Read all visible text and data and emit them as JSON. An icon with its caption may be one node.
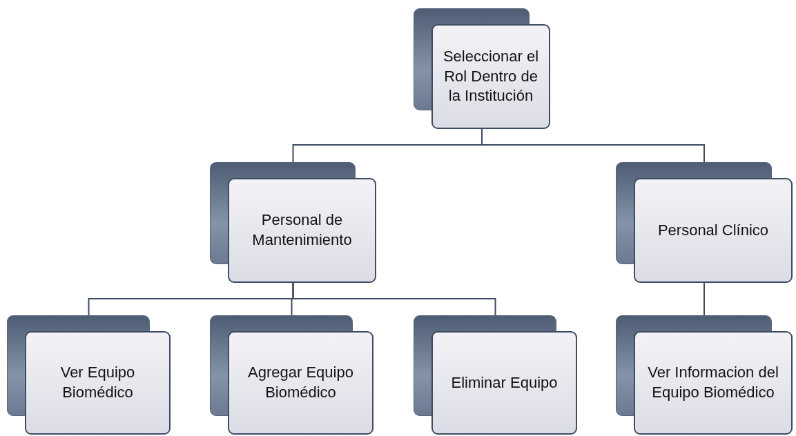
{
  "diagram": {
    "nodes": [
      {
        "text": [
          "Seleccionar el Rol Dentro de la Institución"
        ]
      },
      {
        "text": [
          "Personal de Mantenimiento"
        ]
      },
      {
        "text": [
          "Personal Clínico"
        ]
      },
      {
        "text": [
          "Ver Equipo Biomédico"
        ]
      },
      {
        "text": [
          "Agregar Equipo Biomédico"
        ]
      },
      {
        "text": [
          "Eliminar Equipo"
        ]
      },
      {
        "text": [
          "Ver Informacion del Equipo Biomédico"
        ]
      }
    ],
    "edges": [
      {
        "from": 0,
        "to": 1,
        "arrow": "none"
      },
      {
        "from": 0,
        "to": 2,
        "arrow": "none"
      },
      {
        "from": 1,
        "to": 3,
        "arrow": "none"
      },
      {
        "from": 1,
        "to": 4,
        "arrow": "none"
      },
      {
        "from": 1,
        "to": 5,
        "arrow": "none"
      },
      {
        "from": 2,
        "to": 6,
        "arrow": "none"
      }
    ]
  }
}
